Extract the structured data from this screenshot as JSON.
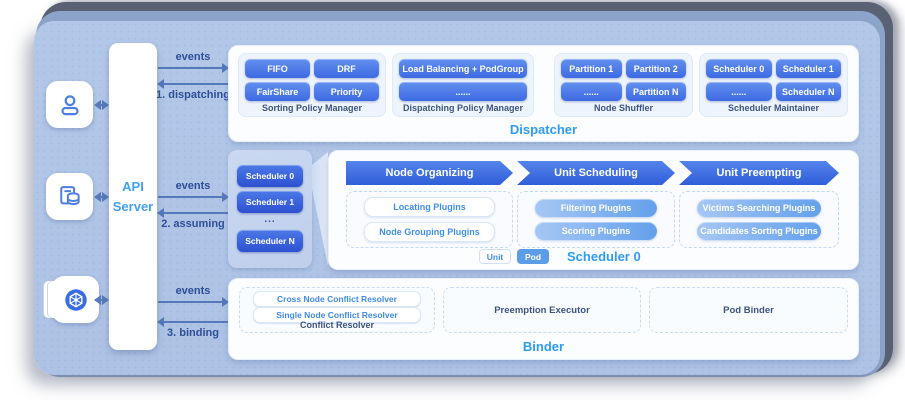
{
  "colors": {
    "title_accent": "#2f9bf2",
    "primary_button_blue": "#3e6ae2",
    "canvas_background": "#b1c6e7",
    "frame_dark": "#5a6174",
    "arrow": "#5578ba"
  },
  "api_server": {
    "line1": "API",
    "line2": "Server"
  },
  "actors": [
    {
      "icon": "user-icon"
    },
    {
      "icon": "workloads-icon"
    },
    {
      "icon": "kubernetes-icon"
    }
  ],
  "flows": [
    {
      "to": "events",
      "back": "1. dispatching"
    },
    {
      "to": "events",
      "back": "2. assuming"
    },
    {
      "to": "events",
      "back": "3. binding"
    }
  ],
  "dispatcher": {
    "title": "Dispatcher",
    "groups": [
      {
        "label": "Sorting Policy Manager",
        "buttons": [
          "FIFO",
          "DRF",
          "FairShare",
          "Priority"
        ]
      },
      {
        "label": "Dispatching Policy Manager",
        "buttons": [
          "Load Balancing + PodGroup",
          "......"
        ]
      },
      {
        "label": "Node Shuffler",
        "buttons": [
          "Partition 1",
          "Partition 2",
          "......",
          "Partition N"
        ]
      },
      {
        "label": "Scheduler Maintainer",
        "buttons": [
          "Scheduler 0",
          "Scheduler 1",
          "......",
          "Scheduler N"
        ]
      }
    ]
  },
  "scheduler": {
    "title": "Scheduler 0",
    "instances": [
      "Scheduler 0",
      "Scheduler 1",
      "...",
      "Scheduler N"
    ],
    "stages": [
      {
        "header": "Node Organizing",
        "plugins": [
          "Locating Plugins",
          "Node Grouping Plugins"
        ]
      },
      {
        "header": "Unit Scheduling",
        "plugins": [
          "Filtering Plugins",
          "Scoring Plugins"
        ]
      },
      {
        "header": "Unit Preempting",
        "plugins": [
          "Victims Searching Plugins",
          "Candidates Sorting Plugins"
        ]
      }
    ],
    "badges": [
      {
        "label": "Unit"
      },
      {
        "label": "Pod"
      }
    ]
  },
  "binder": {
    "title": "Binder",
    "groups": [
      {
        "label": "Conflict Resolver",
        "buttons": [
          "Cross Node Conflict Resolver",
          "Single Node Conflict Resolver"
        ]
      },
      {
        "label": "Preemption Executor",
        "buttons": []
      },
      {
        "label": "Pod Binder",
        "buttons": []
      }
    ]
  }
}
